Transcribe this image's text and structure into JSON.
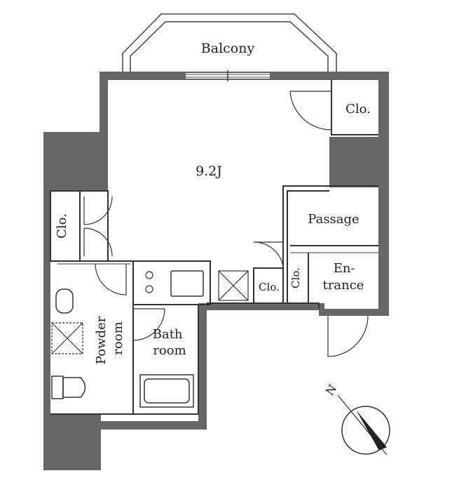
{
  "rooms": {
    "balcony": "Balcony",
    "main_room": "9.2J",
    "closet_top_right": "Clo.",
    "closet_left": "Clo.",
    "passage": "Passage",
    "closet_small_1": "Clo.",
    "closet_small_2": "Clo.",
    "entrance": "En-\ntrance",
    "bath_room": "Bath\nroom",
    "powder_room": "Powder\nroom"
  },
  "compass": {
    "letter": "N"
  },
  "colors": {
    "wall": "#666666",
    "line": "#333333",
    "background": "#ffffff"
  }
}
